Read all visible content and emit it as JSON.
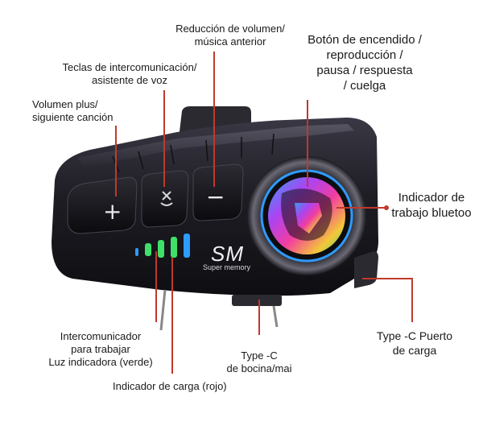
{
  "labels": {
    "volume_down": "Reducción de volumen/\nmúsica anterior",
    "intercom": "Teclas de intercomunicación/\nasistente de voz",
    "volume_up": "Volumen plus/\nsiguiente canción",
    "power": "Botón de encendido /\nreproducción /\npausa / respuesta\n/ cuelga",
    "bluetooth": "Indicador de\ntrabajo bluetoo",
    "usb_charge": "Type -C Puerto\nde carga",
    "speaker_port": "Type -C\nde bocina/mai",
    "work_led": "Intercomunicador\npara trabajar\nLuz indicadora (verde)",
    "charge_led": "Indicador de carga (rojo)"
  },
  "brand": {
    "logo": "SM",
    "name": "Super memory"
  },
  "button_glyphs": {
    "plus": "+",
    "minus": "−"
  },
  "colors": {
    "leader": "#c0392b",
    "body": "#1c1b22",
    "led_green": "#3ee06a",
    "led_blue": "#2e9bff"
  }
}
